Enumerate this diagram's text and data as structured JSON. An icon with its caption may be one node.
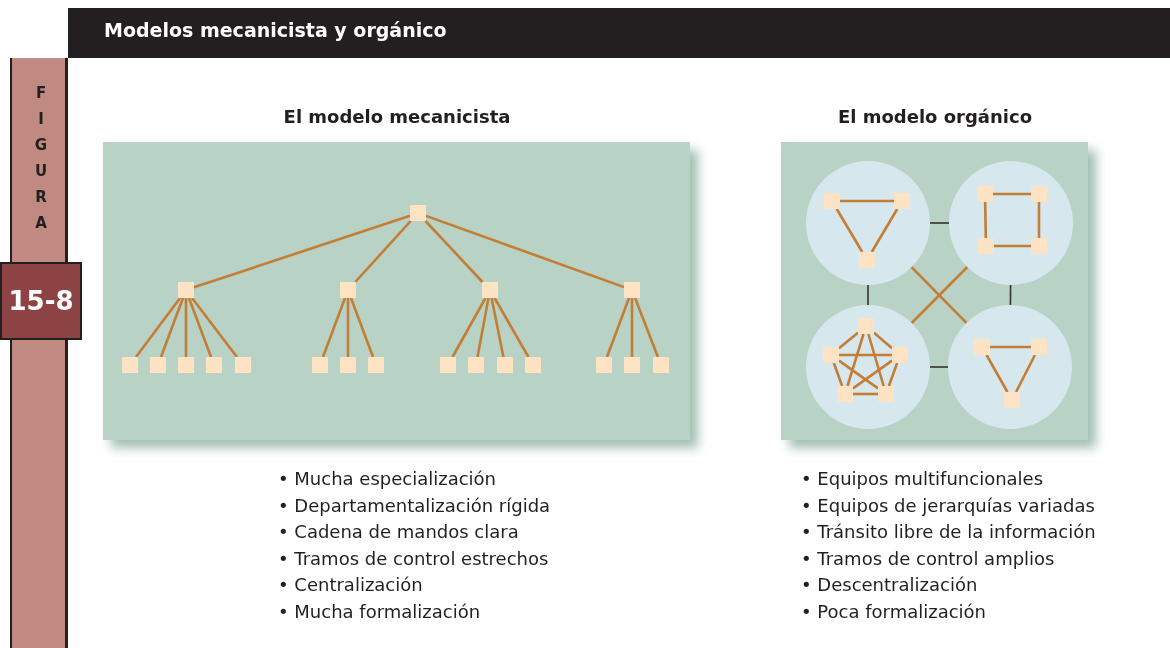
{
  "diagram": {
    "title": "Modelos mecanicista y orgánico",
    "nodes": [
      {
        "text": [
          "El modelo mecanicista"
        ],
        "beside": [
          "• Mucha especialización",
          "• Departamentalización rígida",
          "• Cadena de mandos clara",
          "• Tramos de control estrechos",
          "• Centralización",
          "• Mucha formalización"
        ]
      },
      {
        "text": [],
        "shape": "box",
        "in": 0
      },
      {
        "text": [],
        "shape": "box",
        "in": 0
      },
      {
        "text": [],
        "shape": "box",
        "in": 0
      },
      {
        "text": [],
        "shape": "box",
        "in": 0
      },
      {
        "text": [],
        "shape": "box",
        "in": 0
      },
      {
        "text": [],
        "shape": "box",
        "in": 0
      },
      {
        "text": [],
        "shape": "box",
        "in": 0
      },
      {
        "text": [],
        "shape": "box",
        "in": 0
      },
      {
        "text": [],
        "shape": "box",
        "in": 0
      },
      {
        "text": [],
        "shape": "box",
        "in": 0
      },
      {
        "text": [],
        "shape": "box",
        "in": 0
      },
      {
        "text": [],
        "shape": "box",
        "in": 0
      },
      {
        "text": [],
        "shape": "box",
        "in": 0
      },
      {
        "text": [],
        "shape": "box",
        "in": 0
      },
      {
        "text": [],
        "shape": "box",
        "in": 0
      },
      {
        "text": [],
        "shape": "box",
        "in": 0
      },
      {
        "text": [],
        "shape": "box",
        "in": 0
      },
      {
        "text": [],
        "shape": "box",
        "in": 0
      },
      {
        "text": [],
        "shape": "box",
        "in": 0
      },
      {
        "text": [],
        "shape": "box",
        "in": 0
      },
      {
        "text": [
          "El modelo orgánico"
        ],
        "beside": [
          "• Equipos multifuncionales",
          "• Equipos de jerarquías variadas",
          "• Tránsito libre de la información",
          "• Tramos de control amplios",
          "• Descentralización",
          "• Poca formalización"
        ]
      },
      {
        "text": [],
        "shape": "circle",
        "in": 21
      },
      {
        "text": [],
        "shape": "circle",
        "in": 21
      },
      {
        "text": [],
        "shape": "circle",
        "in": 21
      },
      {
        "text": [],
        "shape": "circle",
        "in": 21
      },
      {
        "text": [],
        "shape": "box",
        "in": 22
      },
      {
        "text": [],
        "shape": "box",
        "in": 22
      },
      {
        "text": [],
        "shape": "box",
        "in": 22
      },
      {
        "text": [],
        "shape": "box",
        "in": 23
      },
      {
        "text": [],
        "shape": "box",
        "in": 23
      },
      {
        "text": [],
        "shape": "box",
        "in": 23
      },
      {
        "text": [],
        "shape": "box",
        "in": 23
      },
      {
        "text": [],
        "shape": "box",
        "in": 24
      },
      {
        "text": [],
        "shape": "box",
        "in": 24
      },
      {
        "text": [],
        "shape": "box",
        "in": 24
      },
      {
        "text": [],
        "shape": "box",
        "in": 24
      },
      {
        "text": [],
        "shape": "box",
        "in": 24
      },
      {
        "text": [],
        "shape": "box",
        "in": 25
      },
      {
        "text": [],
        "shape": "box",
        "in": 25
      },
      {
        "text": [],
        "shape": "box",
        "in": 25
      }
    ],
    "edges": [
      {
        "from": 1,
        "to": 2,
        "arrow": "none"
      },
      {
        "from": 1,
        "to": 3,
        "arrow": "none"
      },
      {
        "from": 1,
        "to": 4,
        "arrow": "none"
      },
      {
        "from": 1,
        "to": 5,
        "arrow": "none"
      },
      {
        "from": 2,
        "to": 6,
        "arrow": "none"
      },
      {
        "from": 2,
        "to": 7,
        "arrow": "none"
      },
      {
        "from": 2,
        "to": 8,
        "arrow": "none"
      },
      {
        "from": 2,
        "to": 9,
        "arrow": "none"
      },
      {
        "from": 2,
        "to": 10,
        "arrow": "none"
      },
      {
        "from": 3,
        "to": 11,
        "arrow": "none"
      },
      {
        "from": 3,
        "to": 12,
        "arrow": "none"
      },
      {
        "from": 3,
        "to": 13,
        "arrow": "none"
      },
      {
        "from": 4,
        "to": 14,
        "arrow": "none"
      },
      {
        "from": 4,
        "to": 15,
        "arrow": "none"
      },
      {
        "from": 4,
        "to": 16,
        "arrow": "none"
      },
      {
        "from": 4,
        "to": 17,
        "arrow": "none"
      },
      {
        "from": 5,
        "to": 18,
        "arrow": "none"
      },
      {
        "from": 5,
        "to": 19,
        "arrow": "none"
      },
      {
        "from": 5,
        "to": 20,
        "arrow": "none"
      },
      {
        "from": 22,
        "to": 23,
        "arrow": "none",
        "color": "#333333"
      },
      {
        "from": 22,
        "to": 24,
        "arrow": "none",
        "color": "#333333"
      },
      {
        "from": 23,
        "to": 25,
        "arrow": "none",
        "color": "#333333"
      },
      {
        "from": 24,
        "to": 25,
        "arrow": "none",
        "color": "#333333"
      },
      {
        "from": 22,
        "to": 25,
        "arrow": "none"
      },
      {
        "from": 23,
        "to": 24,
        "arrow": "none"
      },
      {
        "from": 26,
        "to": 27,
        "arrow": "none"
      },
      {
        "from": 26,
        "to": 28,
        "arrow": "none"
      },
      {
        "from": 27,
        "to": 28,
        "arrow": "none"
      },
      {
        "from": 29,
        "to": 30,
        "arrow": "none"
      },
      {
        "from": 29,
        "to": 31,
        "arrow": "none"
      },
      {
        "from": 30,
        "to": 32,
        "arrow": "none"
      },
      {
        "from": 31,
        "to": 32,
        "arrow": "none"
      },
      {
        "from": 33,
        "to": 34,
        "arrow": "none"
      },
      {
        "from": 33,
        "to": 35,
        "arrow": "none"
      },
      {
        "from": 33,
        "to": 36,
        "arrow": "none"
      },
      {
        "from": 33,
        "to": 37,
        "arrow": "none"
      },
      {
        "from": 34,
        "to": 35,
        "arrow": "none"
      },
      {
        "from": 34,
        "to": 36,
        "arrow": "none"
      },
      {
        "from": 34,
        "to": 37,
        "arrow": "none"
      },
      {
        "from": 35,
        "to": 36,
        "arrow": "none"
      },
      {
        "from": 35,
        "to": 37,
        "arrow": "none"
      },
      {
        "from": 36,
        "to": 37,
        "arrow": "none"
      },
      {
        "from": 38,
        "to": 39,
        "arrow": "none"
      },
      {
        "from": 38,
        "to": 40,
        "arrow": "none"
      },
      {
        "from": 39,
        "to": 40,
        "arrow": "none"
      }
    ],
    "labels": [
      "FIGURA",
      "15-8"
    ]
  }
}
